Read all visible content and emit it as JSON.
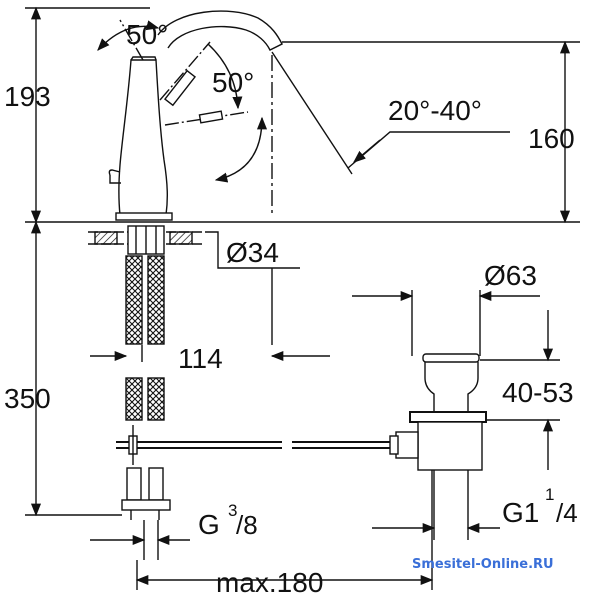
{
  "diagram": {
    "angle_lever": "50°",
    "angle_lever_2": "50°",
    "angle_spout": "20°-40°",
    "height_total": "193",
    "height_spout": "160",
    "diameter_base": "Ø34",
    "reach": "114",
    "depth_below": "350",
    "drain_diameter": "Ø63",
    "drain_range": "40-53",
    "drain_thread_main": "G1",
    "drain_thread_sup": "1",
    "drain_thread_sub": "/4",
    "hose_thread_main": "G",
    "hose_thread_sup": "3",
    "hose_thread_sub": "/8",
    "max_distance": "max.180"
  },
  "watermark": "Smesitel-Online.RU"
}
